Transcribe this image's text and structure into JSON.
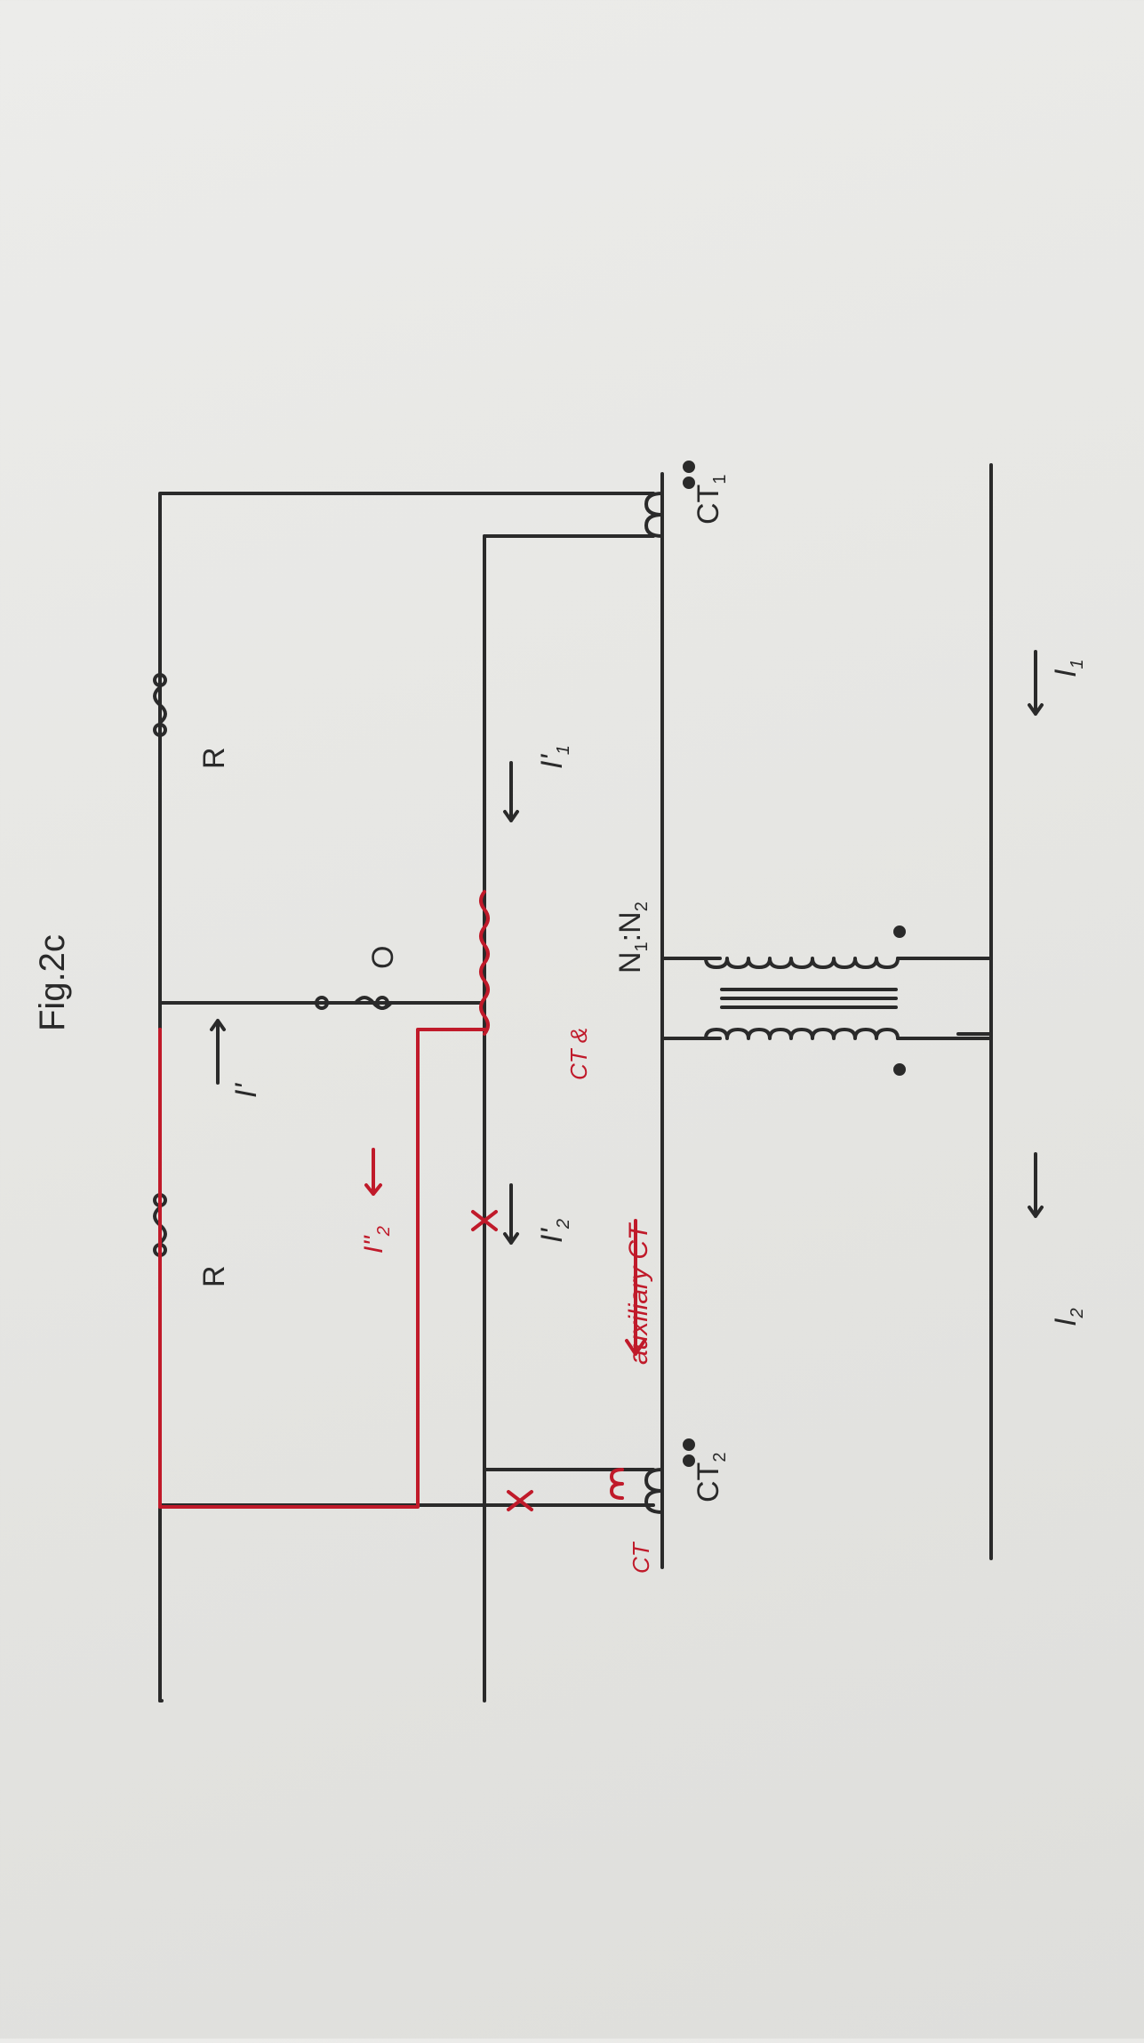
{
  "figure": {
    "caption": "Fig.2c",
    "colors": {
      "ink": "#2a2a2a",
      "annotation": "#c01a2a",
      "paper": "#e8e8e5"
    }
  },
  "labels": {
    "ct1": "CT",
    "ct1_sub": "1",
    "ct2": "CT",
    "ct2_sub": "2",
    "i1": "I",
    "i1_sub": "1",
    "i2": "I",
    "i2_sub": "2",
    "i1_prime": "I'",
    "i1_prime_sub": "1",
    "i2_prime": "I'",
    "i2_prime_sub": "2",
    "i_prime": "I'",
    "relay_left": "R",
    "relay_right": "R",
    "operating_coil": "O",
    "ratio": "N",
    "ratio_sub1": "1",
    "ratio_sep": ":",
    "ratio_n2": "N",
    "ratio_sub2": "2"
  },
  "annotations": {
    "auxiliary_ct": "auxiliary CT",
    "ct_and": "CT &",
    "ct": "CT",
    "i2_double_prime": "I''",
    "i2_double_prime_sub": "2",
    "cross": "x"
  }
}
